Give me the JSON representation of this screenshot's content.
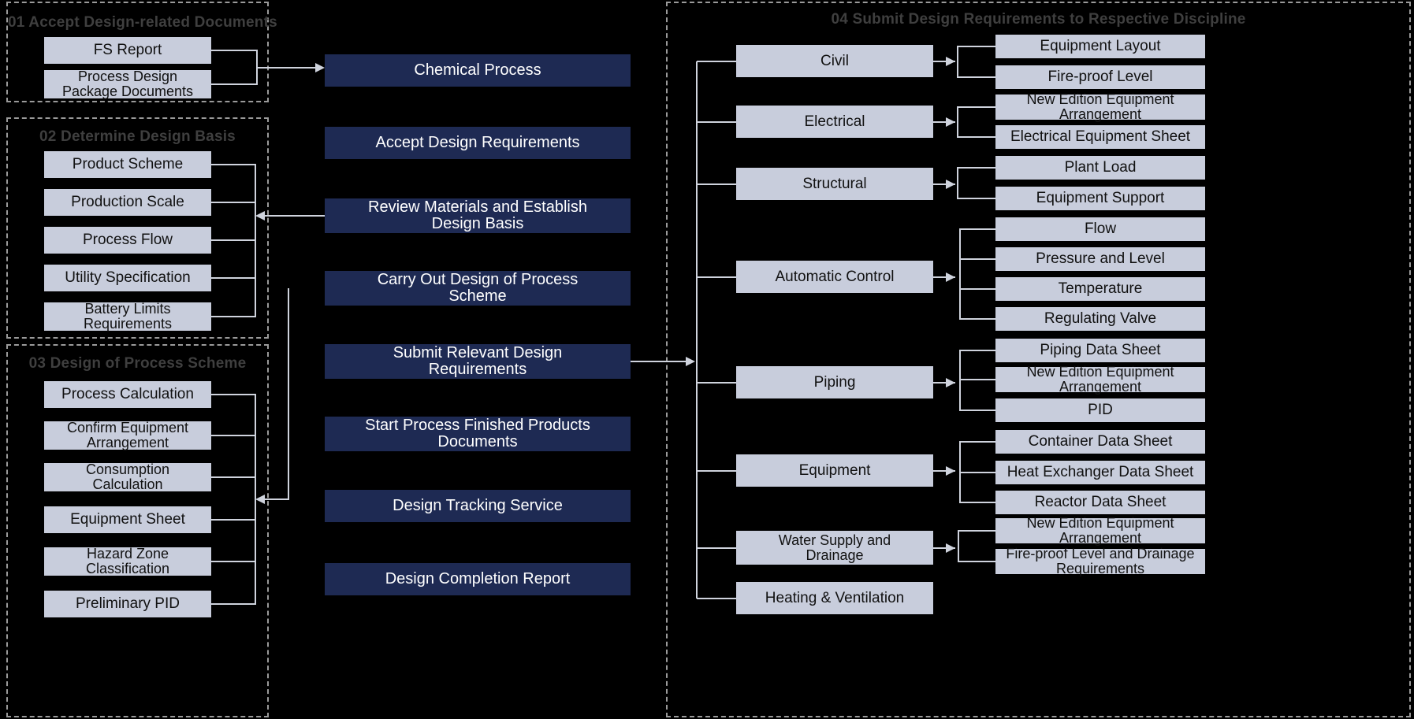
{
  "diagram": {
    "title_hidden": "",
    "colors": {
      "background": "#000000",
      "grey_box": "#c8cddc",
      "navy_box": "#1e2a53",
      "group_border": "#9a9a9a",
      "group_title": "#3f3f3f",
      "connector": "#cfd3dd"
    }
  },
  "groups": [
    {
      "id": "g01",
      "title": "01 Accept Design-related Documents"
    },
    {
      "id": "g02",
      "title": "02 Determine Design Basis"
    },
    {
      "id": "g03",
      "title": "03 Design of Process Scheme"
    },
    {
      "id": "g04",
      "title": "04 Submit Design Requirements to Respective Discipline"
    }
  ],
  "group01": {
    "items": [
      {
        "label": "FS Report"
      },
      {
        "label": "Process Design\nPackage Documents"
      }
    ]
  },
  "group02": {
    "items": [
      {
        "label": "Product  Scheme"
      },
      {
        "label": "Production Scale"
      },
      {
        "label": "Process Flow"
      },
      {
        "label": "Utility Specification"
      },
      {
        "label": "Battery Limits\nRequirements"
      }
    ]
  },
  "group03": {
    "items": [
      {
        "label": "Process Calculation"
      },
      {
        "label": "Confirm Equipment\nArrangement"
      },
      {
        "label": "Consumption\nCalculation"
      },
      {
        "label": "Equipment Sheet"
      },
      {
        "label": "Hazard Zone\nClassification"
      },
      {
        "label": "Preliminary PID"
      }
    ]
  },
  "center": {
    "steps": [
      {
        "label": "Chemical Process"
      },
      {
        "label": "Accept Design Requirements"
      },
      {
        "label": "Review Materials and Establish\nDesign Basis"
      },
      {
        "label": "Carry Out Design of Process\nScheme"
      },
      {
        "label": "Submit Relevant Design\nRequirements"
      },
      {
        "label": "Start Process Finished Products\nDocuments"
      },
      {
        "label": "Design Tracking Service"
      },
      {
        "label": "Design Completion Report"
      }
    ]
  },
  "group04": {
    "disciplines": [
      {
        "label": "Civil"
      },
      {
        "label": "Electrical"
      },
      {
        "label": "Structural"
      },
      {
        "label": "Automatic Control"
      },
      {
        "label": "Piping"
      },
      {
        "label": "Equipment"
      },
      {
        "label": "Water Supply and\nDrainage"
      },
      {
        "label": "Heating & Ventilation"
      }
    ],
    "deliverables": [
      {
        "label": "Equipment Layout"
      },
      {
        "label": "Fire-proof Level"
      },
      {
        "label": "New Edition Equipment\nArrangement"
      },
      {
        "label": "Electrical Equipment Sheet"
      },
      {
        "label": "Plant Load"
      },
      {
        "label": "Equipment Support"
      },
      {
        "label": "Flow"
      },
      {
        "label": "Pressure and Level"
      },
      {
        "label": "Temperature"
      },
      {
        "label": "Regulating Valve"
      },
      {
        "label": "Piping Data Sheet"
      },
      {
        "label": "New Edition Equipment\nArrangement"
      },
      {
        "label": "PID"
      },
      {
        "label": "Container Data Sheet"
      },
      {
        "label": "Heat Exchanger Data Sheet"
      },
      {
        "label": "Reactor Data Sheet"
      },
      {
        "label": "New Edition Equipment\nArrangement"
      },
      {
        "label": "Fire-proof Level and Drainage\nRequirements"
      }
    ]
  }
}
